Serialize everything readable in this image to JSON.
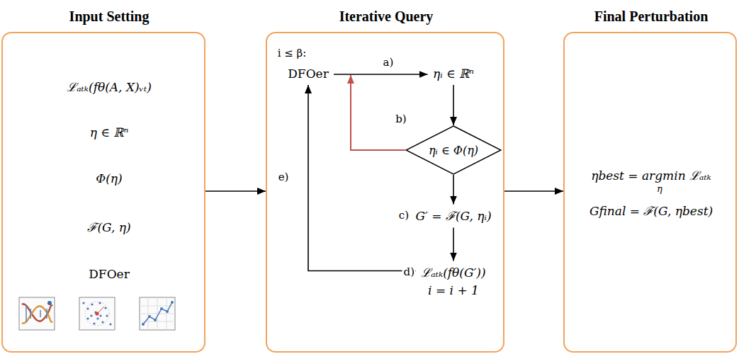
{
  "diagram": {
    "nodes": [
      {
        "text": [
          "Input Setting",
          "ℒₐₜₖ(fθ(A, X)ᵥₜ)",
          "η ∈ ℝⁿ",
          "Φ(η)",
          "ℱ(G, η)",
          "DFOer"
        ]
      },
      {
        "text": [
          "Iterative Query"
        ]
      },
      {
        "text": [
          "DFOer"
        ],
        "in": 1
      },
      {
        "text": [
          "ηᵢ ∈ ℝⁿ"
        ],
        "in": 1
      },
      {
        "text": [
          "ηᵢ ∈ Φ(η)"
        ],
        "in": 1
      },
      {
        "text": [
          "G′ = ℱ(G, ηᵢ)"
        ],
        "in": 1
      },
      {
        "text": [
          "ℒₐₜₖ(fθ(G′))",
          "i = i + 1"
        ],
        "in": 1
      },
      {
        "text": [
          "Final Perturbation",
          "ηbest = argmin ℒₐₜₖ",
          "η",
          "Gfinal = ℱ(G, ηbest)"
        ]
      }
    ],
    "edges": [
      {
        "from": 0,
        "to": 1,
        "arrow": "to"
      },
      {
        "from": 1,
        "to": 7,
        "arrow": "to"
      },
      {
        "from": 2,
        "to": 3,
        "label": "a)",
        "arrow": "to"
      },
      {
        "from": 3,
        "to": 4,
        "arrow": "to"
      },
      {
        "from": 4,
        "to": 2,
        "arrow": "to"
      },
      {
        "from": 4,
        "to": 5,
        "arrow": "to"
      },
      {
        "from": 5,
        "to": 6,
        "arrow": "to"
      },
      {
        "from": 6,
        "to": 2,
        "label": "e)",
        "arrow": "to"
      }
    ],
    "labels": [
      "i ≤ β:",
      "b)",
      "c)",
      "d)"
    ]
  }
}
